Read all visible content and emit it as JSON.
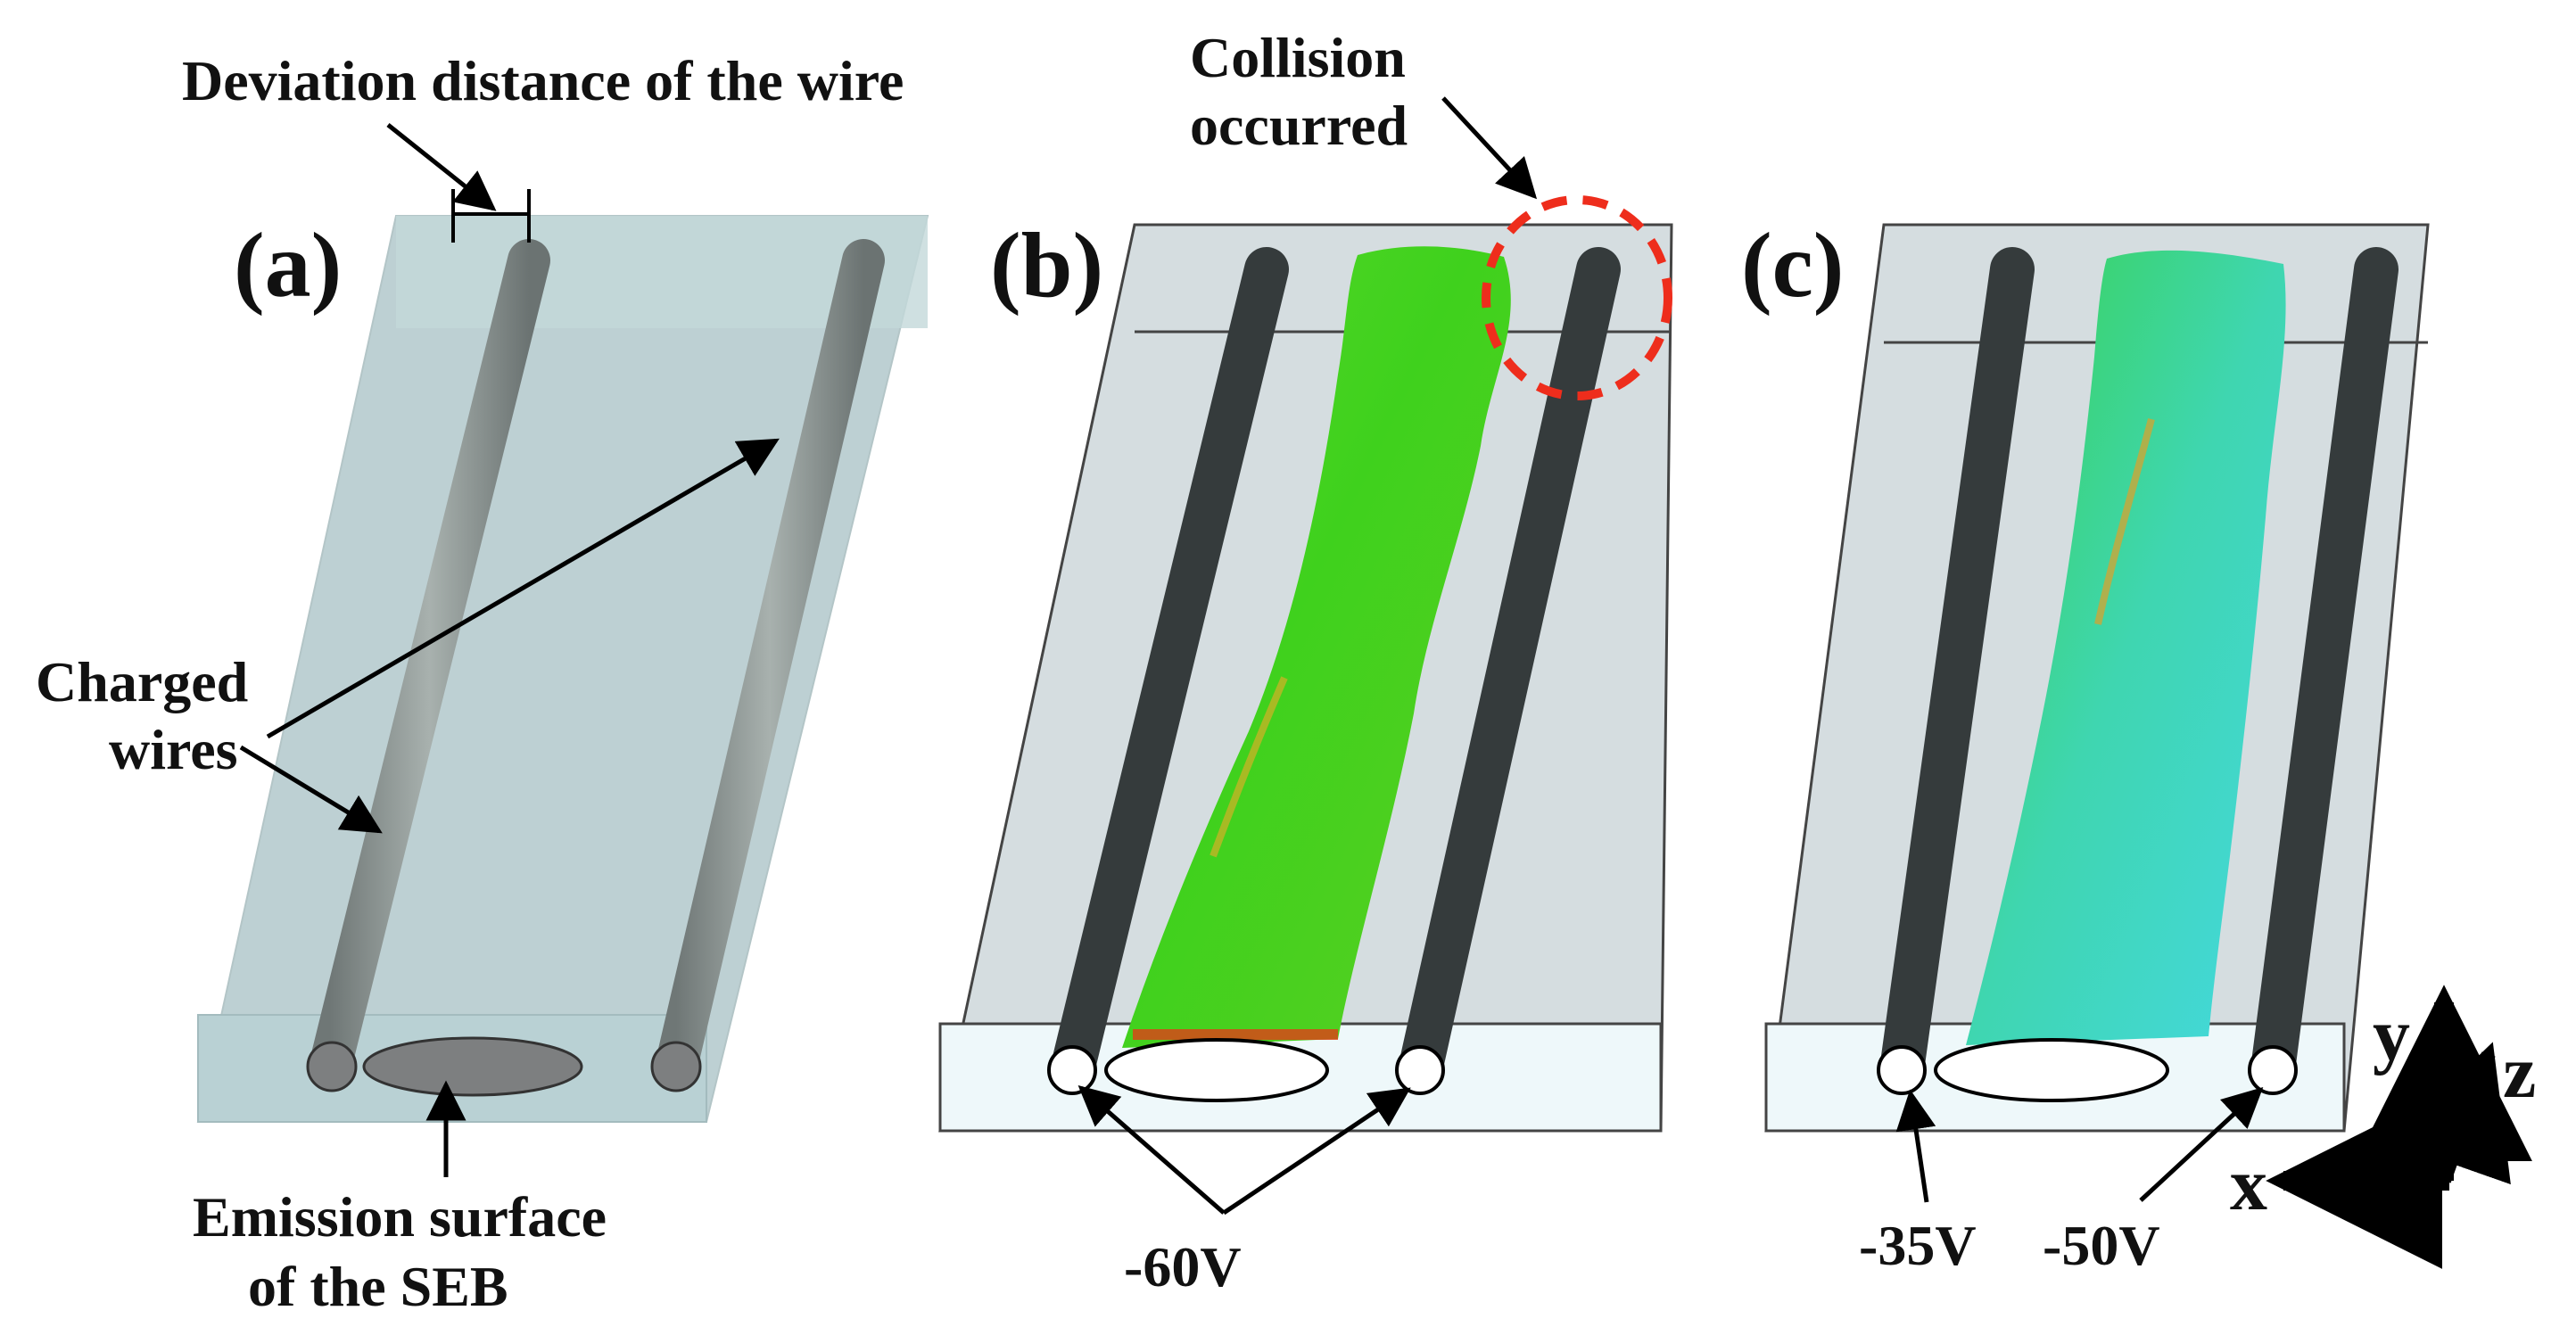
{
  "panels": [
    {
      "label": "(a)"
    },
    {
      "label": "(b)"
    },
    {
      "label": "(c)"
    }
  ],
  "annotations": {
    "deviation": "Deviation distance of the wire",
    "charged_line1": "Charged",
    "charged_line2": "wires",
    "emission_line1": "Emission surface",
    "emission_line2": "of the SEB",
    "collision_line1": "Collision",
    "collision_line2": "occurred",
    "b_voltage": "-60V",
    "c_voltage_left": "-35V",
    "c_voltage_right": "-50V"
  },
  "axes": {
    "x": "x",
    "y": "y",
    "z": "z"
  },
  "colors": {
    "box_tint": "#b7cccf",
    "wire_dark": "#353b3c",
    "beam_green": "#33d41c",
    "collision_marker": "#ee2d1c"
  }
}
